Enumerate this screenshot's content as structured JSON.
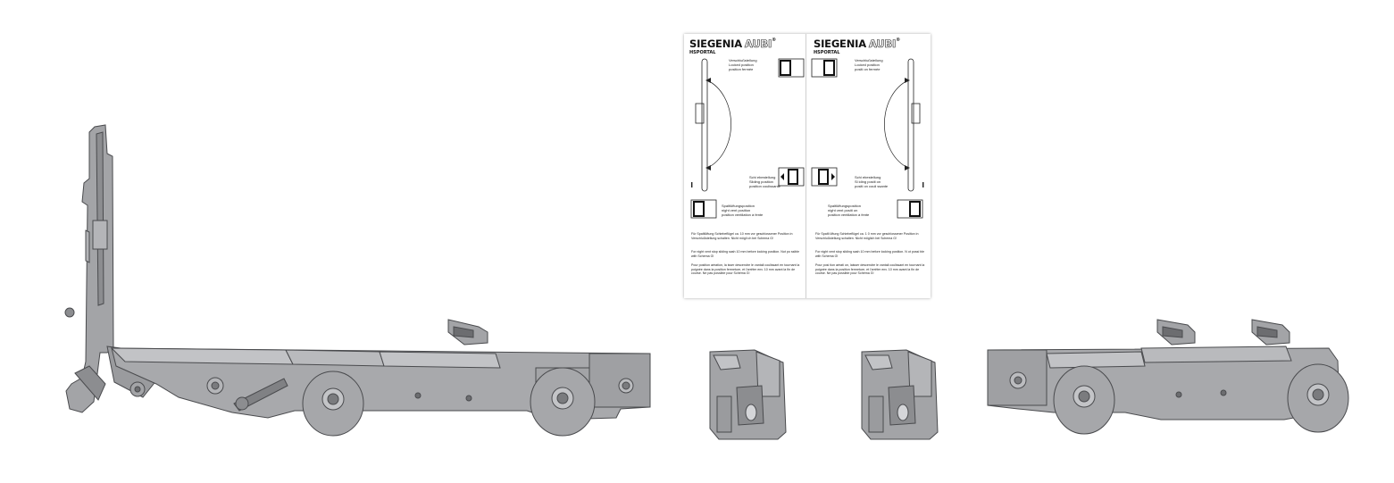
{
  "card": {
    "panels": [
      {
        "brand": "SIEGENIA",
        "brand2": "AUBI",
        "reg": "®",
        "product": "HSPORTAL",
        "locked_de": "Verschlußstellung",
        "locked_en": "Locked position",
        "locked_fr": "position fermée",
        "sliding_de": "Schi ebestellung",
        "sliding_en": "Sliding position",
        "sliding_fr": "position coulissante",
        "vent_de": "Spaltlüftungsposition",
        "vent_en": "night vent position",
        "vent_fr": "position ventilation à fente",
        "para_de": "Für Spaltlüftung Schiebeflügel ca. 10 mm vor geschlossener Position in Verschlußstellung schalten. Nicht mögli ch bei Schema G!",
        "para_en": "For night vent stop sliding sash 10 mm before locking position. Not po      ssible with Schema G!",
        "para_fr": "Pour position aération, la      isser descendre le vantail coulissant en tournant la poignée dans la position fermeture, et l'arrêter env.       10 mm avant la fin de course. Ne pas possible pour Schéma G!"
      },
      {
        "brand": "SIEGENIA",
        "brand2": "AUBI",
        "reg": "®",
        "product": "HSPORTAL",
        "locked_de": "Verschlußstellung",
        "locked_en": "Locked position",
        "locked_fr": "positi on fermée",
        "sliding_de": "Schi ebestellung",
        "sliding_en": "Sl iding positi on",
        "sliding_fr": "positi on couli ssante",
        "vent_de": "Spaltlüftungsposition",
        "vent_en": "night vent positi on",
        "vent_fr": "position ventilation à fente",
        "para_de": "Für Spaltl üftung Schiebeflügel ca. 1 0 mm vor geschlossener Position in Verschlußstellung schalten. Nicht möglich bei Schema G!",
        "para_en": "For night vent stop sliding sash 10 mm before locking position. N ot possi ble with Schema G!",
        "para_fr": "Pour posi tion aérati on, laisser descendre le vantail coulissant en tournant la poignée dans la position fermeture, et l'arrêter env. 10 mm avant la fin de course. Ne    pas possible pour Schéma G!"
      }
    ]
  },
  "colors": {
    "metal": "#9a9b9e",
    "metal_light": "#b7b8bb",
    "metal_dark": "#6c6d70",
    "outline": "#4a4b4e"
  }
}
